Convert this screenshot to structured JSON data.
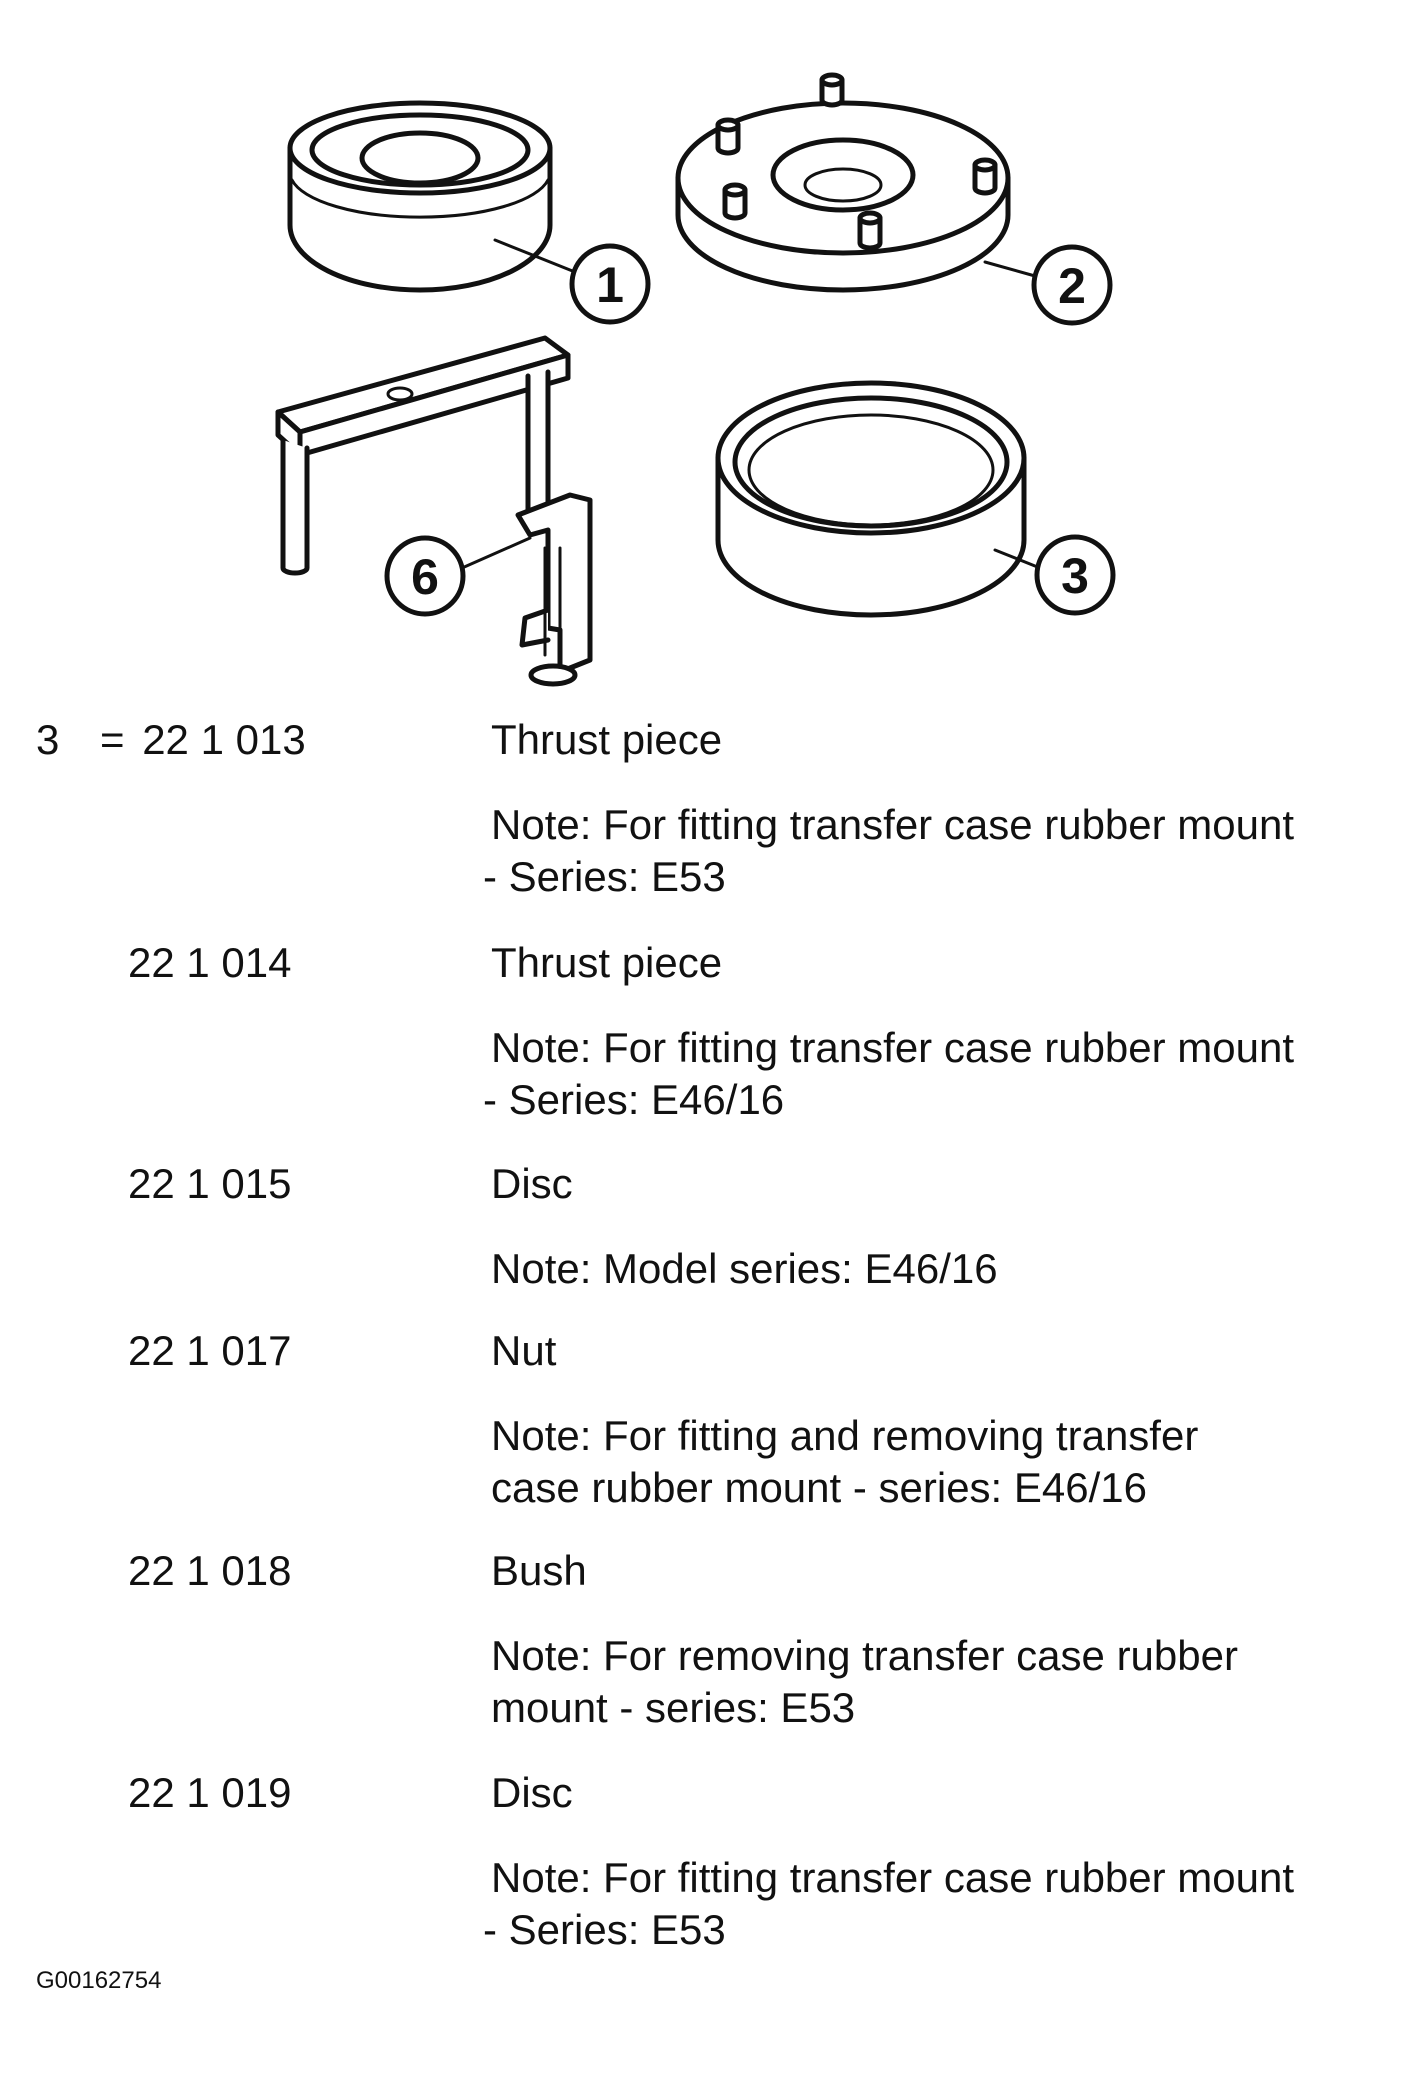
{
  "figure": {
    "callouts": [
      "1",
      "2",
      "3",
      "6"
    ]
  },
  "items": [
    {
      "index": "3",
      "eq": "=",
      "part": "22 1 013",
      "name": "Thrust piece",
      "note": [
        "Note: For fitting transfer case rubber mount",
        "- Series: E53"
      ]
    },
    {
      "part": "22 1 014",
      "name": "Thrust piece",
      "note": [
        "Note: For fitting transfer case rubber mount",
        "- Series: E46/16"
      ]
    },
    {
      "part": "22 1 015",
      "name": "Disc",
      "note": [
        "Note: Model series: E46/16"
      ]
    },
    {
      "part": "22 1 017",
      "name": "Nut",
      "note": [
        "Note: For fitting and removing transfer",
        "case rubber mount - series: E46/16"
      ]
    },
    {
      "part": "22 1 018",
      "name": "Bush",
      "note": [
        "Note: For removing transfer case rubber",
        "mount - series: E53"
      ]
    },
    {
      "part": "22 1 019",
      "name": "Disc",
      "note": [
        "Note: For fitting transfer case rubber mount",
        "- Series: E53"
      ]
    }
  ],
  "reference": "G00162754"
}
